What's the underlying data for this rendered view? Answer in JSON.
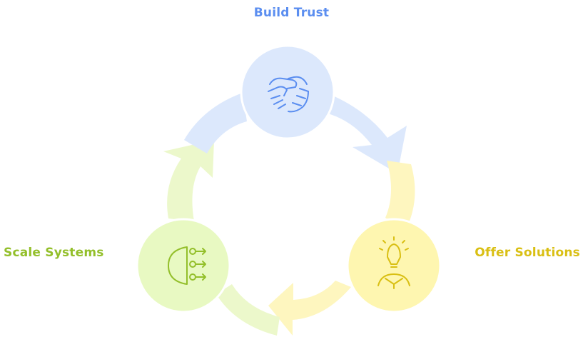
{
  "stages": [
    {
      "id": "build-trust",
      "label": "Build Trust",
      "icon": "handshake-icon",
      "color": "#5b8ef0",
      "fill": "#dce8fc",
      "arrow": "#dce8fc"
    },
    {
      "id": "offer-solutions",
      "label": "Offer Solutions",
      "icon": "lightbulb-person-icon",
      "color": "#d9bf13",
      "fill": "#fef6b0",
      "arrow": "#fef6bf"
    },
    {
      "id": "scale-systems",
      "label": "Scale Systems",
      "icon": "branching-flow-icon",
      "color": "#93bf2a",
      "fill": "#e8f9c2",
      "arrow": "#ecf8cb"
    }
  ]
}
